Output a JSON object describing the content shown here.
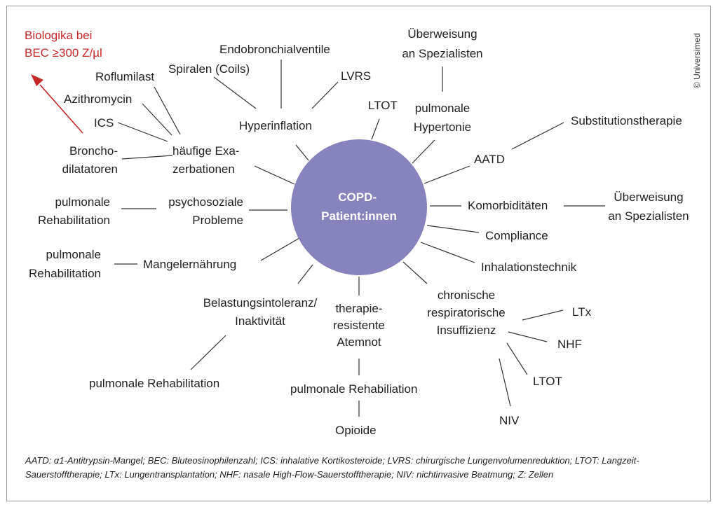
{
  "center": {
    "line1": "COPD-",
    "line2": "Patient:innen"
  },
  "copyright": "© Universimed",
  "nodes": {
    "biologika": [
      "Biologika bei",
      "BEC ≥300 Z/µl"
    ],
    "roflumilast": [
      "Roflumilast"
    ],
    "azithromycin": [
      "Azithromycin"
    ],
    "ics": [
      "ICS"
    ],
    "broncho": [
      "Broncho-",
      "dilatatoren"
    ],
    "exazerbationen": [
      "häufige Exa-",
      "zerbationen"
    ],
    "spiralen": [
      "Spiralen (Coils)"
    ],
    "endobronchial": [
      "Endobronchialventile"
    ],
    "lvrs": [
      "LVRS"
    ],
    "hyperinflation": [
      "Hyperinflation"
    ],
    "ltot_top": [
      "LTOT"
    ],
    "ueberweisung_top": [
      "Überweisung",
      "an Spezialisten"
    ],
    "hypertonie": [
      "pulmonale",
      "Hypertonie"
    ],
    "substitution": [
      "Substitutionstherapie"
    ],
    "aatd": [
      "AATD"
    ],
    "komorbid": [
      "Komorbiditäten"
    ],
    "ueberweisung_right": [
      "Überweisung",
      "an Spezialisten"
    ],
    "compliance": [
      "Compliance"
    ],
    "inhalation": [
      "Inhalationstechnik"
    ],
    "chronisch": [
      "chronische",
      "respiratorische",
      "Insuffizienz"
    ],
    "ltx": [
      "LTx"
    ],
    "nhf": [
      "NHF"
    ],
    "ltot_bottom": [
      "LTOT"
    ],
    "niv": [
      "NIV"
    ],
    "pulm_reha_1": [
      "pulmonale",
      "Rehabilitation"
    ],
    "psychosozial": [
      "psychosoziale",
      "Probleme"
    ],
    "pulm_reha_2": [
      "pulmonale",
      "Rehabilitation"
    ],
    "mangel": [
      "Mangelernährung"
    ],
    "belastung": [
      "Belastungsintoleranz/",
      "Inaktivität"
    ],
    "pulm_reha_3": [
      "pulmonale Rehabilitation"
    ],
    "atemnot": [
      "therapie-",
      "resistente",
      "Atemnot"
    ],
    "rehabiliation": [
      "pulmonale Rehabiliation"
    ],
    "opioide": [
      "Opioide"
    ]
  },
  "footnote": "AATD: α1-Antitrypsin-Mangel; BEC: Bluteosinophilenzahl; ICS: inhalative Kortikosteroide; LVRS: chirurgische Lungenvolumenreduktion; LTOT: Langzeit-Sauerstofftherapie; LTx: Lungentransplantation; NHF: nasale High-Flow-Sauerstofftherapie; NIV: nichtinvasive Beatmung; Z: Zellen",
  "colors": {
    "center_fill": "#8783bd",
    "arrow": "#c62828",
    "text": "#222222"
  }
}
